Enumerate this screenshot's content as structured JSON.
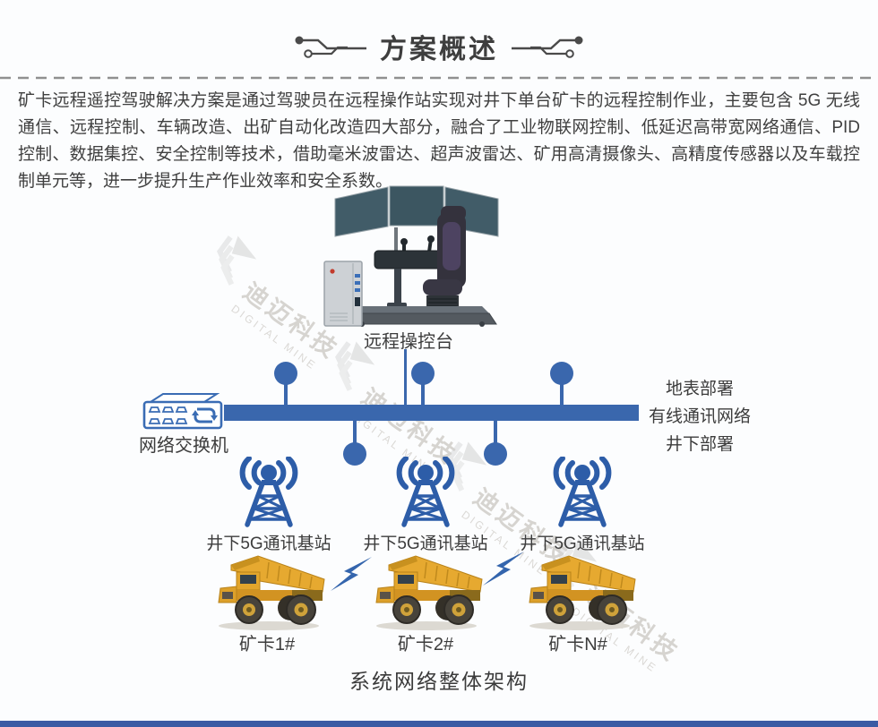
{
  "page": {
    "title": "方案概述",
    "intro_text": "矿卡远程遥控驾驶解决方案是通过驾驶员在远程操作站实现对井下单台矿卡的远程控制作业，主要包含 5G 无线通信、远程控制、车辆改造、出矿自动化改造四大部分，融合了工业物联网控制、低延迟高带宽网络通信、PID 控制、数据集控、安全控制等技术，借助毫米波雷达、超声波雷达、矿用高清摄像头、高精度传感器以及车载控制单元等，进一步提升生产作业效率和安全系数。",
    "diagram_caption": "系统网络整体架构"
  },
  "diagram": {
    "console": {
      "label": "远程操控台"
    },
    "switch": {
      "label": "网络交换机"
    },
    "deployment": {
      "surface": "地表部署",
      "network": "有线通讯网络",
      "underground": "井下部署"
    },
    "base_stations": [
      {
        "label": "井下5G通讯基站"
      },
      {
        "label": "井下5G通讯基站"
      },
      {
        "label": "井下5G通讯基站"
      }
    ],
    "trucks": [
      {
        "label": "矿卡1#"
      },
      {
        "label": "矿卡2#"
      },
      {
        "label": "矿卡N#"
      }
    ]
  },
  "watermark": {
    "cn": "迪迈科技",
    "en": "DIGITAL MINE"
  },
  "colors": {
    "bar_blue": "#3a67ad",
    "icon_blue": "#2d5da8",
    "switch_blue": "#3a6cb4",
    "truck_yellow": "#e6a930",
    "text_dark": "#3c3c3c",
    "title_dark": "#3e3e3e",
    "watermark_gray": "#a9a399",
    "footer_blue": "#3b5ba4"
  }
}
